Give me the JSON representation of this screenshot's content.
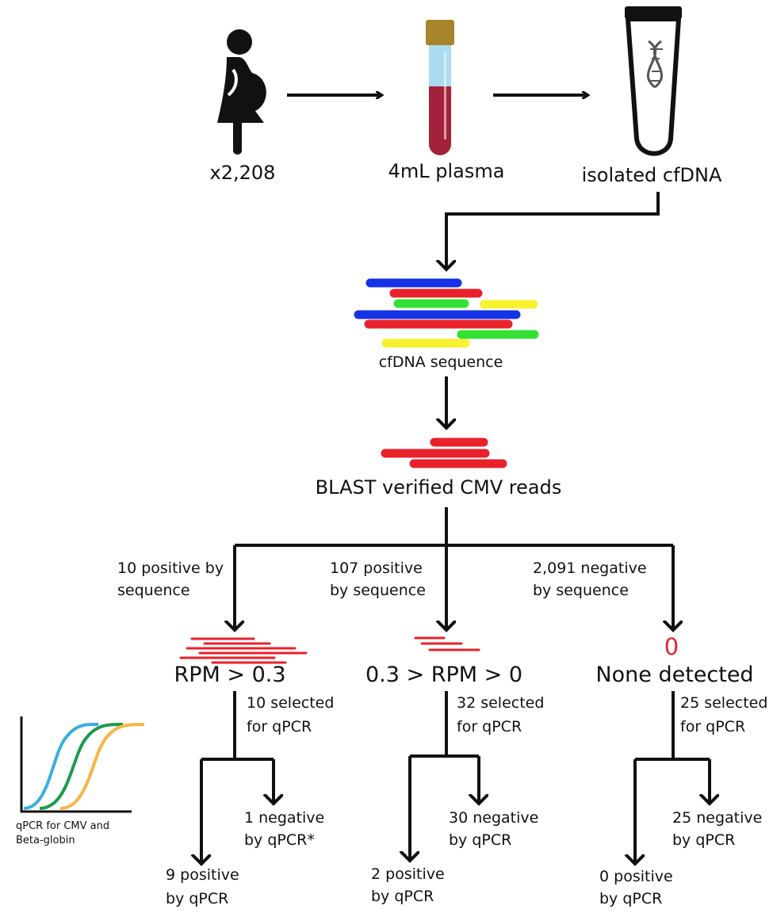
{
  "top_row": {
    "count_label": "x2,208",
    "plasma_label": "4mL plasma",
    "cfdna_label": "isolated cfDNA"
  },
  "sequence_label": "cfDNA sequence",
  "blast_label": "BLAST verified CMV reads",
  "branches": [
    {
      "seq_result": [
        "10 positive by",
        "sequence"
      ],
      "category": "RPM > 0.3",
      "selected": [
        "10 selected",
        "for qPCR"
      ],
      "negative": [
        "1 negative",
        "by qPCR*"
      ],
      "positive": [
        "9 positive",
        "by qPCR"
      ]
    },
    {
      "seq_result": [
        "107 positive",
        "by sequence"
      ],
      "category": "0.3 > RPM > 0",
      "selected": [
        "32 selected",
        "for qPCR"
      ],
      "negative": [
        "30 negative",
        "by qPCR"
      ],
      "positive": [
        "2 positive",
        "by qPCR"
      ]
    },
    {
      "seq_result": [
        "2,091 negative",
        "by sequence"
      ],
      "zero_mark": "0",
      "category": "None detected",
      "selected": [
        "25 selected",
        "for qPCR"
      ],
      "negative": [
        "25 negative",
        "by qPCR"
      ],
      "positive": [
        "0 positive",
        "by qPCR"
      ]
    }
  ],
  "qpcr_legend": [
    "qPCR for CMV and",
    "Beta-globin"
  ],
  "colors": {
    "read_blue": "#1432e6",
    "read_red": "#e8212b",
    "read_green": "#33e033",
    "read_yellow": "#f7f230",
    "tube_cap": "#a8842a",
    "plasma_blue": "#a9dcf0",
    "blood_red": "#a3213a",
    "curve_blue": "#3aaee0",
    "curve_green": "#1e9a4c",
    "curve_orange": "#f6b546"
  }
}
